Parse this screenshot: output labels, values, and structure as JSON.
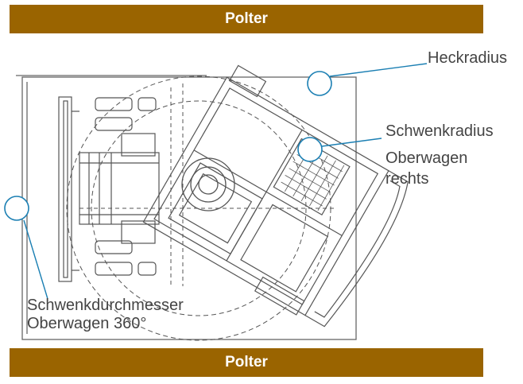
{
  "bars": {
    "top": "Polter",
    "bottom": "Polter"
  },
  "labels": {
    "heck": "Heckradius",
    "schwenk_line1": "Schwenkradius",
    "schwenk_line2": "Oberwagen",
    "schwenk_line3": "rechts",
    "durch_line1": "Schwenkdurchmesser",
    "durch_line2": "Oberwagen 360°"
  },
  "colors": {
    "bar": "#9a6400",
    "bar_text": "#ffffff",
    "callout": "#1b7fb3",
    "drawing": "#555555",
    "label_text": "#444444"
  }
}
